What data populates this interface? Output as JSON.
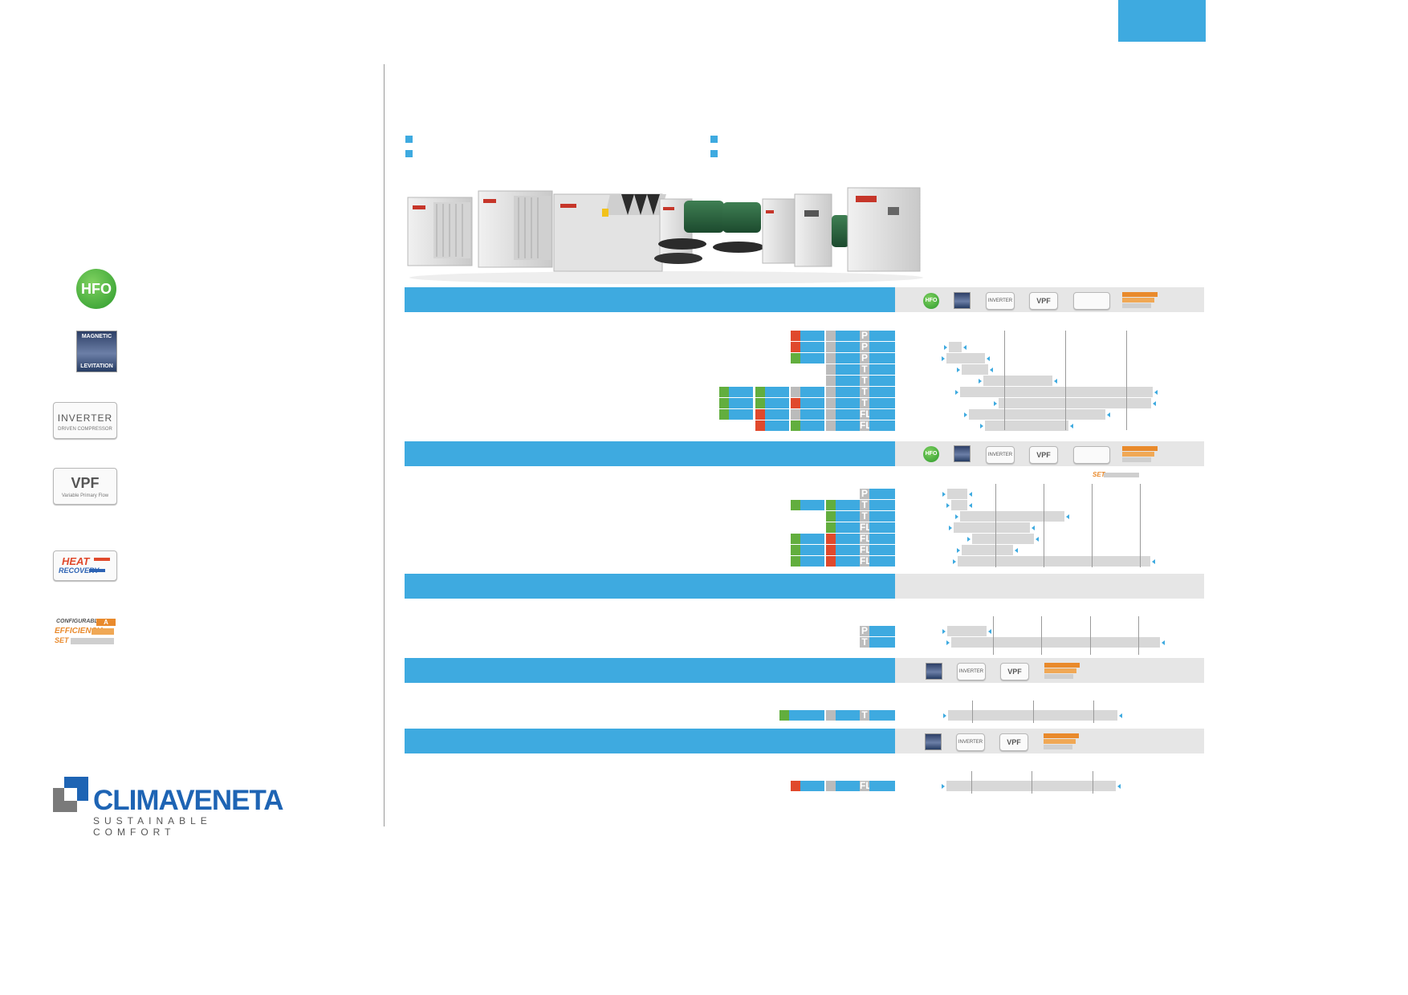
{
  "header": {
    "accent_color": "#3eaae0"
  },
  "legend_icons": [
    {
      "name": "hfo-icon",
      "text": "HFO"
    },
    {
      "name": "magnetic-levitation-icon",
      "top": "MAGNETIC",
      "bottom": "LEVITATION"
    },
    {
      "name": "inverter-icon",
      "text": "INVERTER",
      "sub": "DRIVEN COMPRESSOR"
    },
    {
      "name": "vpf-icon",
      "text": "VPF",
      "sub": "Variable Primary Flow"
    },
    {
      "name": "heat-recovery-icon",
      "top": "HEAT",
      "bottom": "RECOVERY"
    },
    {
      "name": "configurable-efficiency-set-icon",
      "l1": "CONFIGURABLE",
      "l2": "EFFICIENCY",
      "l3": "SET",
      "badge": "A"
    }
  ],
  "brand": {
    "name": "CLIMAVENETA",
    "tagline": "SUSTAINABLE COMFORT"
  },
  "small_labels": {
    "set": "SET"
  },
  "type_letters": {
    "P": "P",
    "T": "T",
    "FL": "FL"
  },
  "colors": {
    "blue": "#3eaae0",
    "gray_band": "#e6e6e6",
    "bar": "#d8d8d8",
    "green": "#62ae3e",
    "red": "#e0492c",
    "orange": "#e98a2c"
  }
}
